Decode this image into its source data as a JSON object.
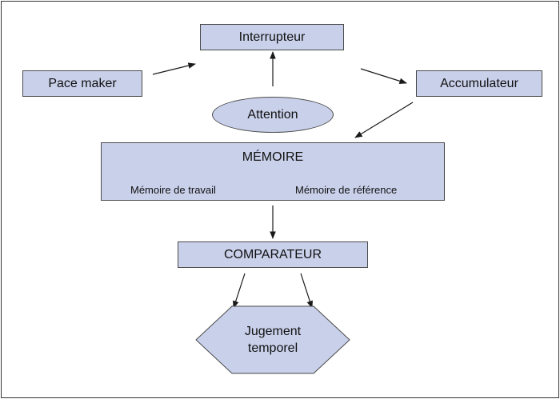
{
  "nodes": {
    "interrupteur": "Interrupteur",
    "pace_maker": "Pace maker",
    "accumulateur": "Accumulateur",
    "attention": "Attention",
    "memoire": {
      "title": "MÉMOIRE",
      "travail": "Mémoire de travail",
      "reference": "Mémoire de référence"
    },
    "comparateur": "COMPARATEUR",
    "jugement": {
      "line1": "Jugement",
      "line2": "temporel"
    }
  },
  "colors": {
    "box_fill": "#c9d0ea",
    "box_border": "#4a4a4a",
    "arrow": "#1a1a1a"
  }
}
